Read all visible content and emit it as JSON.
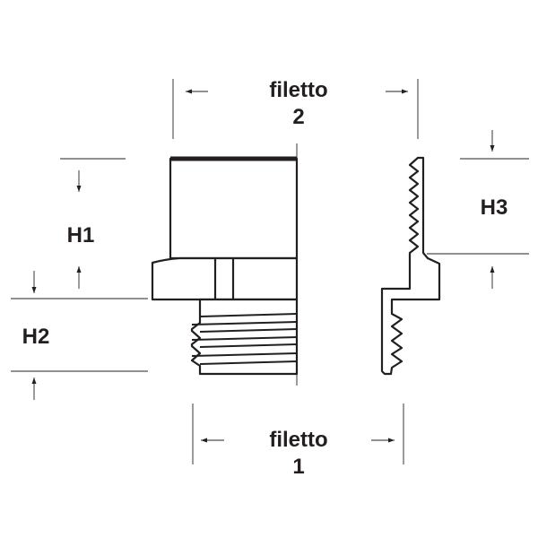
{
  "labels": {
    "thread2_word": "filetto",
    "thread2_num": "2",
    "thread1_word": "filetto",
    "thread1_num": "1",
    "h1": "H1",
    "h2": "H2",
    "h3": "H3"
  },
  "colors": {
    "line": "#231f20",
    "background": "#ffffff"
  }
}
